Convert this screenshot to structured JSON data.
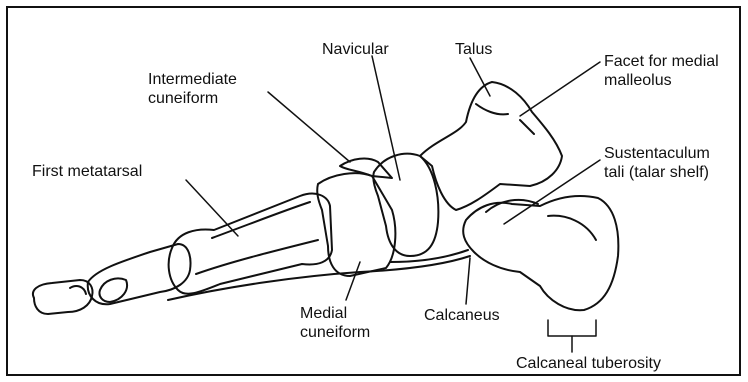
{
  "labels": {
    "intermediate_cuneiform": "Intermediate\ncuneiform",
    "navicular": "Navicular",
    "talus": "Talus",
    "facet_medial_malleolus": "Facet for medial\nmalleolus",
    "first_metatarsal": "First metatarsal",
    "sustentaculum_tali": "Sustentaculum\ntali (talar shelf)",
    "medial_cuneiform": "Medial\ncuneiform",
    "calcaneus": "Calcaneus",
    "calcaneal_tuberosity": "Calcaneal tuberosity"
  }
}
